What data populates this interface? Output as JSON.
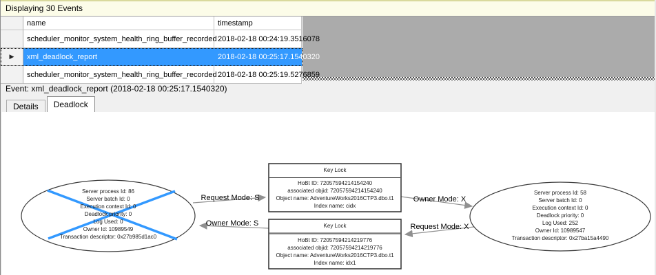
{
  "colors": {
    "accent_blue": "#3399FF",
    "info_bar_bg": "#FCFCE8",
    "empty_grid_bg": "#ABABAB",
    "edge_gray": "#909090"
  },
  "info_bar": {
    "title": "Displaying 30 Events"
  },
  "table": {
    "columns": {
      "name": "name",
      "timestamp": "timestamp"
    },
    "selected_index": 1,
    "rows": [
      {
        "name": "scheduler_monitor_system_health_ring_buffer_recorded",
        "timestamp": "2018-02-18 00:24:19.3516078"
      },
      {
        "name": "xml_deadlock_report",
        "timestamp": "2018-02-18 00:25:17.1540320"
      },
      {
        "name": "scheduler_monitor_system_health_ring_buffer_recorded",
        "timestamp": "2018-02-18 00:25:19.5276859"
      }
    ]
  },
  "event_bar": {
    "label": "Event: xml_deadlock_report (2018-02-18 00:25:17.1540320)"
  },
  "tabs": {
    "details": "Details",
    "deadlock": "Deadlock",
    "active": "Deadlock"
  },
  "graph": {
    "processes": [
      {
        "victim": true,
        "lines": [
          "Server process Id: 86",
          "Server batch Id: 0",
          "Execution context Id: 0",
          "Deadlock priority: 0",
          "Log Used: 0",
          "Owner Id: 10989549",
          "Transaction descriptor: 0x27b985d1ac0"
        ]
      },
      {
        "victim": false,
        "lines": [
          "Server process Id: 58",
          "Server batch Id: 0",
          "Execution context Id: 0",
          "Deadlock priority: 0",
          "Log Used: 252",
          "Owner Id: 10989547",
          "Transaction descriptor: 0x27ba15a4490"
        ]
      }
    ],
    "resources": [
      {
        "title": "Key Lock",
        "lines": [
          "HoBt ID: 72057594214154240",
          "associated objid: 72057594214154240",
          "Object name: AdventureWorks2016CTP3.dbo.t1",
          "Index name: cidx"
        ]
      },
      {
        "title": "Key Lock",
        "lines": [
          "HoBt ID: 72057594214219776",
          "associated objid: 72057594214219776",
          "Object name: AdventureWorks2016CTP3.dbo.t1",
          "Index name: idx1"
        ]
      }
    ],
    "edges": [
      {
        "label": "Request Mode: S"
      },
      {
        "label": "Owner Mode: X"
      },
      {
        "label": "Owner Mode: S"
      },
      {
        "label": "Request Mode: X"
      }
    ]
  }
}
